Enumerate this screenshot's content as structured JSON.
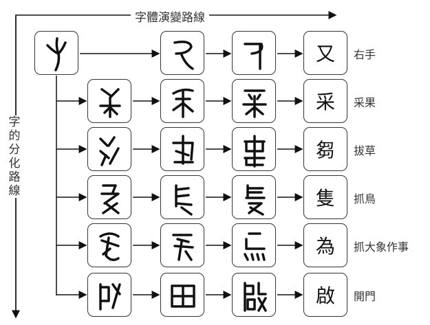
{
  "diagram": {
    "horizontal_title": "字體演變路線",
    "vertical_title": "字的分化路線",
    "root": {
      "glyph": "oracle-you"
    },
    "rows": [
      {
        "modern": "又",
        "meaning": "右手"
      },
      {
        "modern": "采",
        "meaning": "采果"
      },
      {
        "modern": "芻",
        "meaning": "拔草"
      },
      {
        "modern": "隻",
        "meaning": "抓鳥"
      },
      {
        "modern": "為",
        "meaning": "抓大象作事"
      },
      {
        "modern": "啟",
        "meaning": "開門"
      }
    ]
  }
}
